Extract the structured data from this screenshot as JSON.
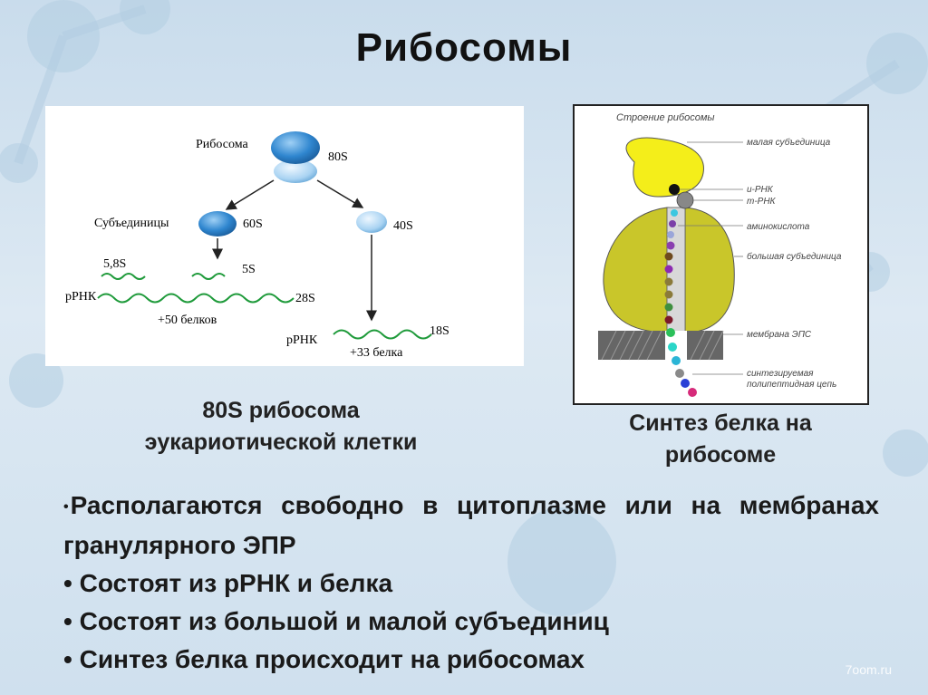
{
  "slide": {
    "title": "Рибосомы",
    "caption_left": [
      "80S рибосома",
      "эукариотической клетки"
    ],
    "caption_right": [
      "Синтез белка на",
      "рибосоме"
    ],
    "bullets": [
      "Располагаются свободно в цитоплазме или на мембранах гранулярного ЭПР",
      "Состоят из рРНК и белка",
      "Состоят из большой и малой субъединиц",
      "Синтез белка происходит на рибосомах"
    ],
    "watermark": "7oom.ru"
  },
  "diagram_left": {
    "ribosome_label": "Рибосома",
    "ribosome_value": "80S",
    "subunits_label": "Субъединицы",
    "large_subunit": "60S",
    "small_subunit": "40S",
    "rna_58": "5,8S",
    "rna_5": "5S",
    "rrna_label_left": "рРНК",
    "rna_28": "28S",
    "proteins_large": "+50 белков",
    "rrna_label_right": "рРНК",
    "rna_18": "18S",
    "proteins_small": "+33 белка"
  },
  "diagram_right": {
    "heading": "Строение рибосомы",
    "labels": {
      "small_subunit": "малая субъединица",
      "irna": "и-РНК",
      "trna": "т-РНК",
      "amino_acid": "аминокислота",
      "large_subunit": "большая субъединица",
      "membrane": "мембрана ЭПС",
      "chain_1": "синтезируемая",
      "chain_2": "полипептидная цепь"
    }
  },
  "colors": {
    "ribosome_blue": "#2f86cf",
    "rna_green": "#1e9a3a",
    "small_subunit_yellow": "#f4ee1a",
    "large_subunit_olive": "#c9c62a"
  }
}
